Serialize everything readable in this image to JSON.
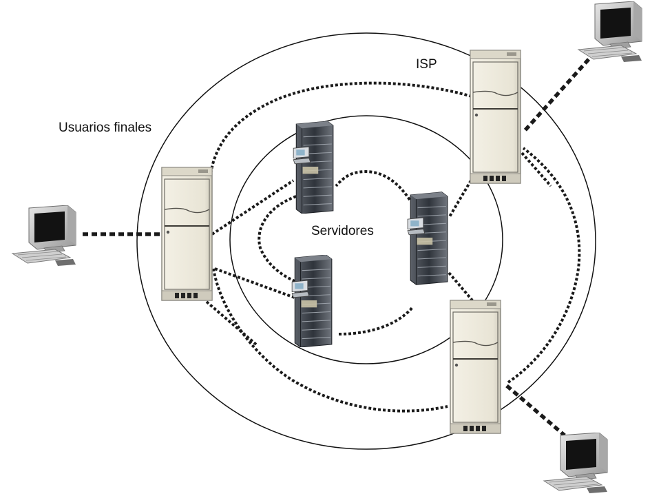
{
  "labels": {
    "isp": "ISP",
    "end_users": "Usuarios finales",
    "servers": "Servidores"
  },
  "colors": {
    "ring": "#111111",
    "link": "#1a1a1a",
    "tower_body": "#ece8da",
    "tower_edge": "#8c8a82",
    "rack_dark": "#3a3f47",
    "monitor_screen": "#101010",
    "monitor_body": "#bdbdbd"
  },
  "icons": {
    "end_user": "desktop-computer-icon",
    "isp": "tower-server-icon",
    "core": "rack-server-icon"
  }
}
